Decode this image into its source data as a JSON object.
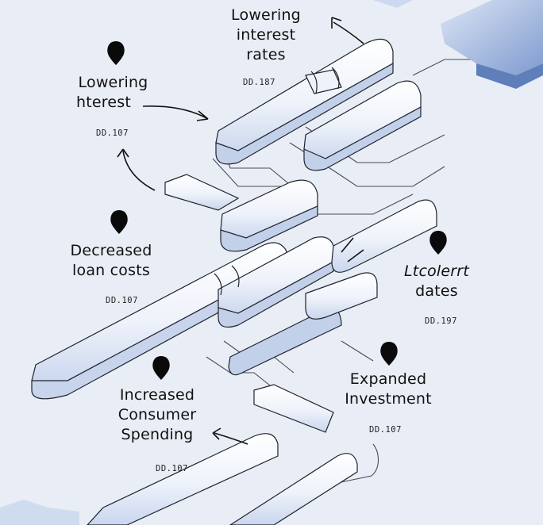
{
  "labels": {
    "top": {
      "lines": [
        "Lowering",
        "interest",
        "rates"
      ],
      "code": "DD.187"
    },
    "left_top": {
      "lines": [
        "Lowering",
        "hterest"
      ],
      "code": "DD.107"
    },
    "mid_left": {
      "lines": [
        "Decreased",
        "loan costs"
      ],
      "code": "DD.107"
    },
    "right_mid": {
      "lines": [
        "Ltcolerrt",
        "dates"
      ],
      "code": "DD.197"
    },
    "bottom_left": {
      "lines": [
        "Increased",
        "Consumer",
        "Spending"
      ],
      "code": "DD.107"
    },
    "bottom_right": {
      "lines": [
        "Expanded",
        "Investment"
      ],
      "code": "DD.107"
    }
  },
  "icons": [
    "map-pin-icon",
    "arrow-icon"
  ],
  "colors": {
    "background": "#e9edf5",
    "pipe_light": "#f7f9fd",
    "pipe_shade": "#c2d0ea",
    "accent": "#8aa5d6",
    "ink": "#111111"
  }
}
